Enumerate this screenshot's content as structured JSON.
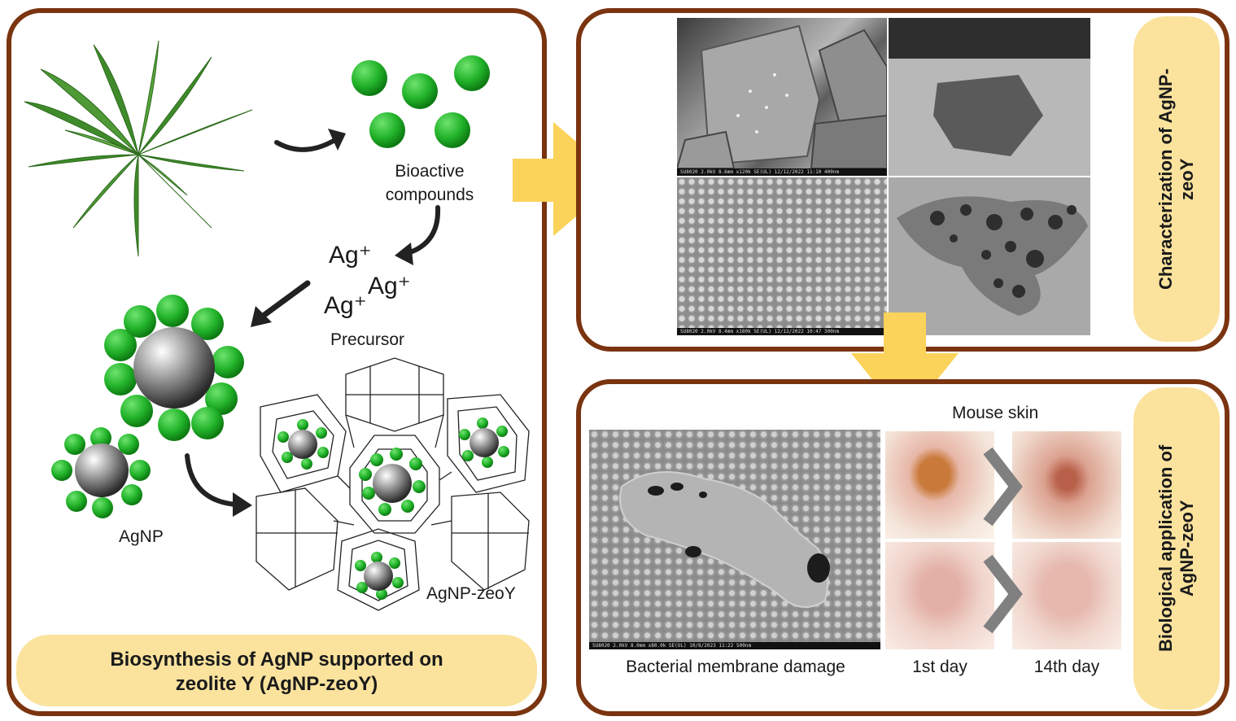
{
  "left_panel": {
    "bioactive_label": "Bioactive\ncompounds",
    "ag_ion_1": "Ag⁺",
    "ag_ion_2": "Ag⁺",
    "ag_ion_3": "Ag⁺",
    "precursor_label": "Precursor",
    "agnp_label": "AgNP",
    "agnp_zeoy_label": "AgNP-zeoY",
    "title": "Biosynthesis of AgNP supported on\nzeolite Y (AgNP-zeoY)"
  },
  "top_panel": {
    "title": "Characterization of AgNP-\nzeoY",
    "sem_top_bar": "SU8020 2.0kV 8.6mm x120k SE(UL) 12/12/2022 11:10        400nm",
    "sem_bottom_bar": "SU8020 2.0kV 8.4mm x180k SE(UL) 12/12/2022 10:47        300nm"
  },
  "bottom_panel": {
    "title": "Biological application of\nAgNP-zeoY",
    "mouse_skin_label": "Mouse skin",
    "membrane_label": "Bacterial membrane damage",
    "day1_label": "1st day",
    "day14_label": "14th day",
    "sem_bar": "SU8020 2.0kV 8.0mm x80.0k SE(UL) 10/8/2023 11:22        500nm"
  },
  "colors": {
    "panel_border": "#7a3410",
    "pill": "#fbe39e",
    "arrow": "#fcd35a",
    "sphere_green": "#22b32a",
    "sphere_grey": "#6e6e6e"
  }
}
